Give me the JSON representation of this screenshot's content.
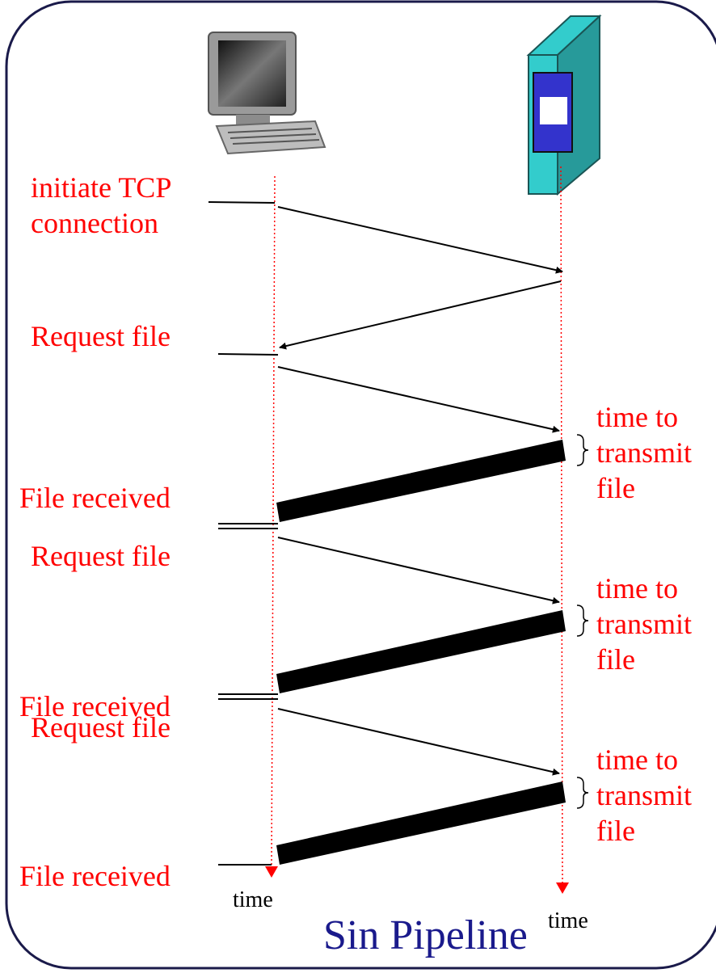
{
  "client_events": [
    {
      "label": "initiate TCP\nconnection"
    },
    {
      "label": "Request file"
    },
    {
      "label": "File received"
    },
    {
      "label": "Request file"
    },
    {
      "label": "File received"
    },
    {
      "label": "Request file"
    },
    {
      "label": "File received"
    }
  ],
  "transmit_notes": [
    "time to\ntransmit\nfile",
    "time to\ntransmit\nfile",
    "time to\ntransmit\nfile"
  ],
  "axis": {
    "client_time_label": "time",
    "server_time_label": "time"
  },
  "caption": "Sin Pipeline",
  "icons": {
    "client": "desktop-computer-icon",
    "server": "server-tower-icon"
  },
  "colors": {
    "labels": "#ff0000",
    "caption": "#1a1a8c",
    "timeline": "#ff0000",
    "server_body": "#33cccc",
    "server_panel": "#3333cc",
    "frame": "#1a1a4a"
  }
}
